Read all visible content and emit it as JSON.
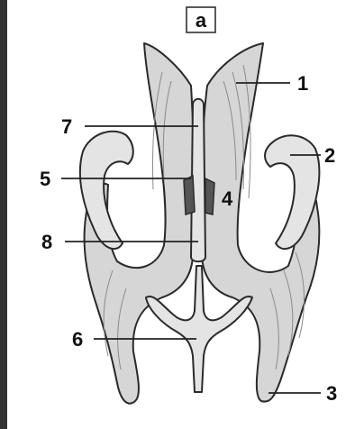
{
  "panel_label": "a",
  "labels": [
    {
      "id": "1",
      "text": "1"
    },
    {
      "id": "2",
      "text": "2"
    },
    {
      "id": "3",
      "text": "3"
    },
    {
      "id": "4",
      "text": "4"
    },
    {
      "id": "5",
      "text": "5"
    },
    {
      "id": "6",
      "text": "6"
    },
    {
      "id": "7",
      "text": "7"
    },
    {
      "id": "8",
      "text": "8"
    }
  ]
}
